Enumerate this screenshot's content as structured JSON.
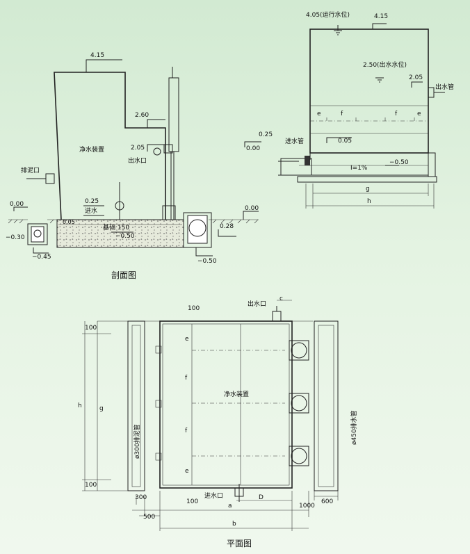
{
  "section": {
    "caption": "剖面图",
    "labels": {
      "top_level": "4.15",
      "level_260": "2.60",
      "level_205": "2.05",
      "device": "净水装置",
      "outlet": "出水口",
      "sludge": "排泥口",
      "level_025": "0.25",
      "inlet": "进水",
      "ground_left": "0.00",
      "neg030": "−0.30",
      "neg045": "−0.45",
      "foundation": "基础 150",
      "level_005": "0.05",
      "neg050_in": "−0.50",
      "ground_right": "0.00",
      "level_028": "0.28",
      "neg050_out": "−0.50"
    }
  },
  "right_section": {
    "labels": {
      "water_level": "4.05(运行水位)",
      "top": "4.15",
      "outlet_level": "2.50(出水水位)",
      "level_205": "2.05",
      "outlet_pipe": "出水管",
      "e1": "e",
      "f1": "f",
      "f2": "f",
      "e2": "e",
      "level_025": "0.25",
      "inlet_pipe": "进水管",
      "level_000": "0.00",
      "level_005": "0.05",
      "slope": "I=1%",
      "neg050": "−0.50",
      "g": "g",
      "h": "h"
    }
  },
  "plan": {
    "caption": "平面图",
    "labels": {
      "outlet": "出水口",
      "c": "c",
      "top_100": "100",
      "left_100_top": "100",
      "left_100_bot": "100",
      "h": "h",
      "g": "g",
      "e_top": "e",
      "f_upper": "f",
      "f_lower": "f",
      "e_bot": "e",
      "device": "净水装置",
      "sludge_pipe": "ø300排泥管",
      "drain_pipe": "ø450排水管",
      "inlet": "进水口",
      "D": "D",
      "bot_100": "100",
      "dim_300": "300",
      "dim_500": "500",
      "dim_1000": "1000",
      "dim_600": "600",
      "a": "a",
      "b": "b"
    }
  }
}
